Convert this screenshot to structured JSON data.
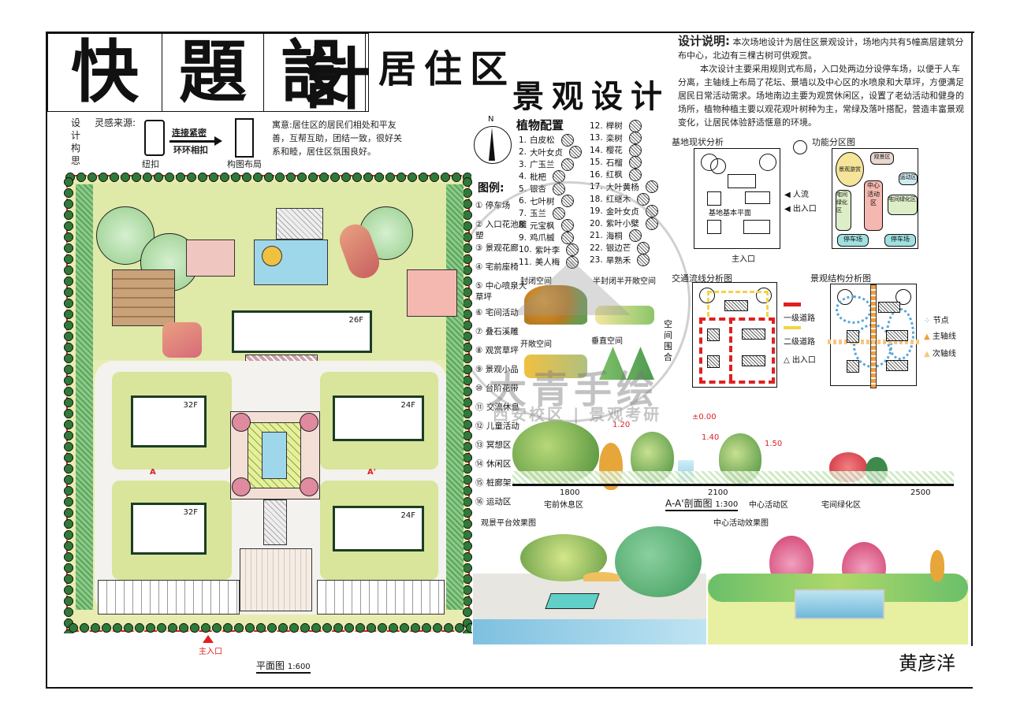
{
  "header": {
    "title_chars": [
      "快",
      "題",
      "設",
      "計"
    ],
    "subtitle_line1": "居住区",
    "subtitle_line2": "景观设计"
  },
  "concept": {
    "label_vertical": "设计构思",
    "inspiration_label": "灵感来源:",
    "source_caption": "纽扣",
    "arrow_top": "连接紧密",
    "arrow_bottom": "环环相扣",
    "result_caption": "构图布局",
    "meaning_label": "寓意:",
    "meaning_text": "居住区的居民们相处和平友善，互帮互助，团结一致，很好关系和睦，居住区氛围良好。"
  },
  "design_notes": {
    "title": "设计说明:",
    "paragraph1": "本次场地设计为居住区景观设计，场地内共有5幢高层建筑分布中心，北边有三棵古树可供观赏。",
    "paragraph2": "本次设计主要采用规则式布局，入口处两边分设停车场，以便于人车分离，主轴线上布局了花坛、景墙以及中心区的水喷泉和大草坪，方便满足居民日常活动需求。场地南边主要为观赏休闲区，设置了老幼活动和健身的场所，植物种植主要以观花观叶树种为主，常绿及落叶搭配，营造丰富景观变化，让居民体验舒适惬意的环境。"
  },
  "compass": {
    "north_label": "N"
  },
  "plant_config": {
    "title": "植物配置",
    "items_left": [
      {
        "no": "1.",
        "name": "白皮松"
      },
      {
        "no": "2.",
        "name": "大叶女贞"
      },
      {
        "no": "3.",
        "name": "广玉兰"
      },
      {
        "no": "4.",
        "name": "枇杷"
      },
      {
        "no": "5.",
        "name": "银杏"
      },
      {
        "no": "6.",
        "name": "七叶树"
      },
      {
        "no": "7.",
        "name": "玉兰"
      },
      {
        "no": "8.",
        "name": "元宝枫"
      },
      {
        "no": "9.",
        "name": "鸡爪槭"
      },
      {
        "no": "10.",
        "name": "紫叶李"
      },
      {
        "no": "11.",
        "name": "美人梅"
      }
    ],
    "items_right": [
      {
        "no": "12.",
        "name": "榉树"
      },
      {
        "no": "13.",
        "name": "栾树"
      },
      {
        "no": "14.",
        "name": "樱花"
      },
      {
        "no": "15.",
        "name": "石榴"
      },
      {
        "no": "16.",
        "name": "红枫"
      },
      {
        "no": "17.",
        "name": "大叶黄杨"
      },
      {
        "no": "18.",
        "name": "红继木"
      },
      {
        "no": "19.",
        "name": "金叶女贞"
      },
      {
        "no": "20.",
        "name": "紫叶小檗"
      },
      {
        "no": "21.",
        "name": "海桐"
      },
      {
        "no": "22.",
        "name": "银边芒"
      },
      {
        "no": "23.",
        "name": "旱熟禾"
      }
    ]
  },
  "legend": {
    "title": "图例:",
    "items": [
      "① 停车场",
      "② 入口花池雕塑",
      "③ 景观花廊",
      "④ 宅前座椅",
      "⑤ 中心喷泉大草坪",
      "⑥ 宅间活动",
      "⑦ 叠石溪雕",
      "⑧ 观赏草坪",
      "⑨ 景观小品",
      "⑩ 台阶花带",
      "⑪ 交流休息",
      "⑫ 儿童活动",
      "⑬ 冥想区",
      "⑭ 休闲区",
      "⑮ 桩廊架",
      "⑯ 运动区"
    ]
  },
  "space_analysis": {
    "closed_label": "封闭空间",
    "half_closed_label": "半封闭半开敞空间",
    "open_label": "开敞空间",
    "vertical_label": "垂直空间",
    "enclosure_label": "空间围合"
  },
  "site_analysis": {
    "title": "基地现状分析",
    "map_label": "基地基本平面",
    "legend_people": "人流",
    "legend_entry": "出入口",
    "main_entry": "主入口"
  },
  "function_zoning": {
    "title": "功能分区图",
    "zones": [
      "景观游赏",
      "观景区",
      "运动区",
      "宅间绿化区",
      "中心活动区",
      "宅间绿化区",
      "停车场",
      "停车场"
    ]
  },
  "traffic_analysis": {
    "title": "交通流线分析图",
    "legend": [
      "一级道路",
      "二级道路",
      "出入口"
    ],
    "colors": {
      "primary": "#e02020",
      "secondary": "#f2d442"
    }
  },
  "structure_analysis": {
    "title": "景观结构分析图",
    "legend": [
      "节点",
      "主轴线",
      "次轴线"
    ],
    "colors": {
      "node": "#5aa6d6",
      "main_axis": "#f0a040",
      "sub_axis": "#f7c680"
    }
  },
  "plan": {
    "building_labels": [
      "26F",
      "32F",
      "24F",
      "32F",
      "24F"
    ],
    "marker_a": "A",
    "marker_a_prime": "A'",
    "entry_label": "主入口",
    "caption": "平面图",
    "scale": "1:600"
  },
  "section": {
    "elevations": [
      "1.20",
      "±0.00",
      "1.40",
      "1.50"
    ],
    "dims": [
      "1800",
      "2100",
      "2500"
    ],
    "zones": [
      "宅前休息区",
      "中心活动区",
      "宅间绿化区"
    ],
    "title": "A-A'剖面图",
    "scale": "1:300"
  },
  "perspectives": {
    "left_title": "观景平台效果图",
    "right_title": "中心活动效果图"
  },
  "watermark": {
    "main": "大青手绘",
    "sub": "西安校区 | 景观考研"
  },
  "signature": "黄彦洋",
  "colors": {
    "lawn": "#d8e59a",
    "tree_dark": "#1f5e2a",
    "tree_light": "#a9d8a0",
    "water": "#9fd7ea",
    "boundary": "#d22222",
    "paving_pink": "#f0c7c0"
  }
}
